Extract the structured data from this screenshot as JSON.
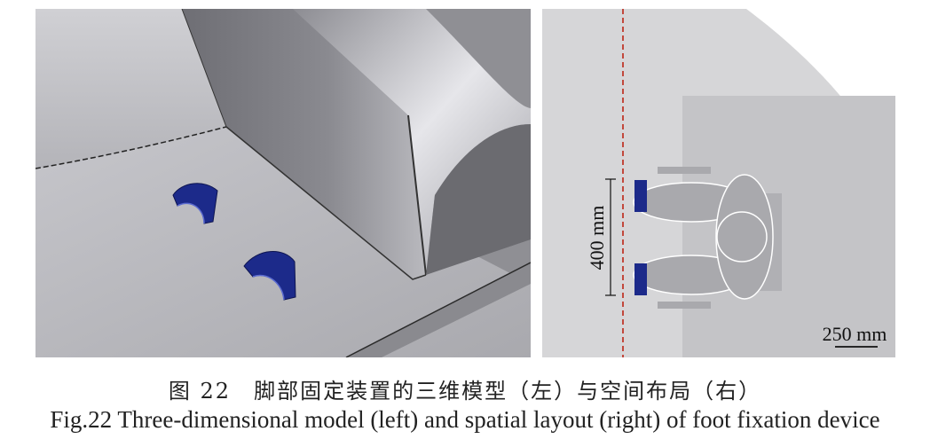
{
  "figure": {
    "caption_cn": "图 22　脚部固定装置的三维模型（左）与空间布局（右）",
    "caption_en": "Fig.22 Three-dimensional model (left) and spatial layout (right) of foot fixation device"
  },
  "layout_panel": {
    "dimension_vertical": "400 mm",
    "scale_bar_label": "250 mm"
  },
  "colors": {
    "foot_holder": "#1c2a8a",
    "centerline": "#c0392b",
    "floor": "#bdbdc2",
    "wall": "#8d8d92"
  }
}
